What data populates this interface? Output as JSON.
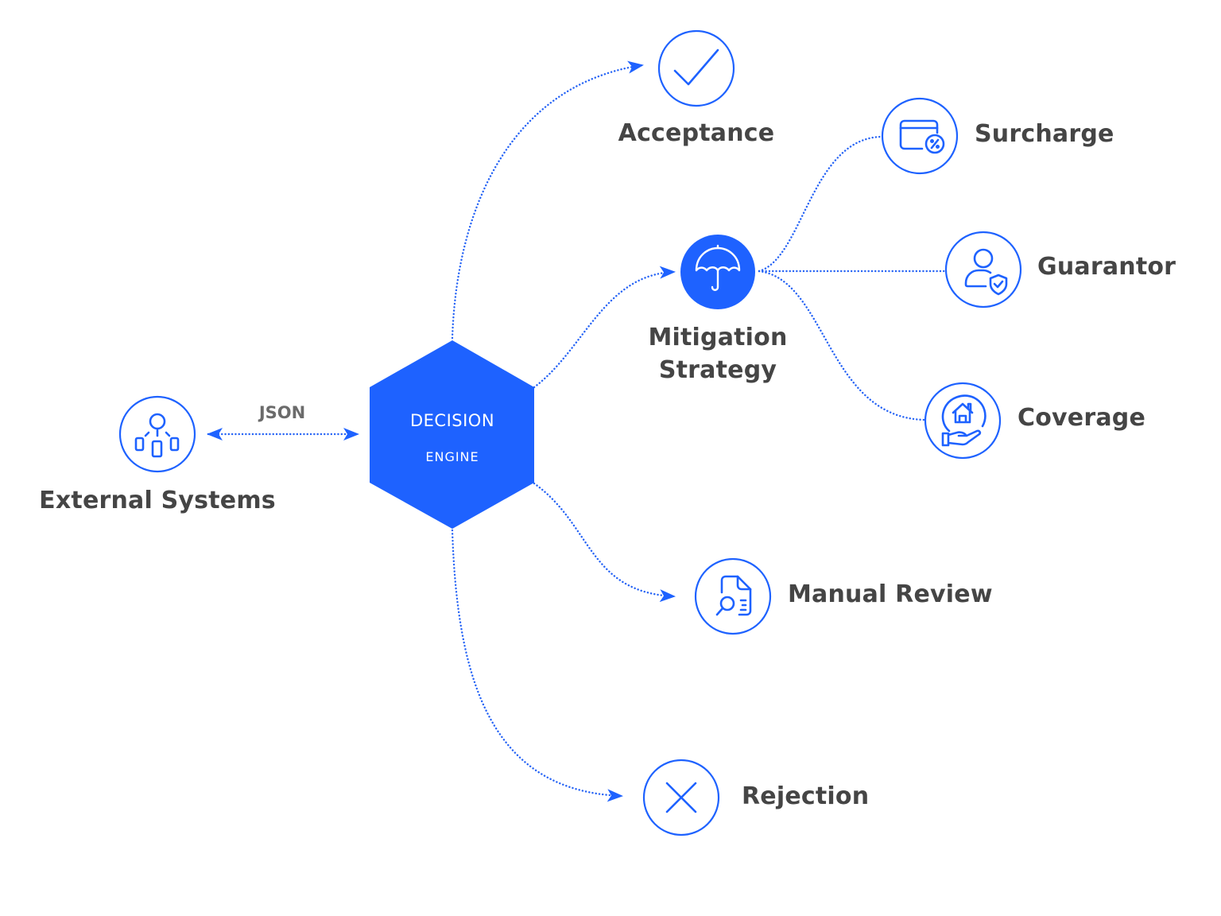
{
  "diagram": {
    "accent_color": "#1e62ff",
    "label_color": "#454545",
    "hub": {
      "line1": "DECISION",
      "line2": "ENGINE"
    },
    "external": {
      "label": "External Systems",
      "icon": "org-structure-icon",
      "link_label": "JSON"
    },
    "outcomes": [
      {
        "id": "acceptance",
        "label": "Acceptance",
        "icon": "checkmark-icon"
      },
      {
        "id": "mitigation",
        "label_line1": "Mitigation",
        "label_line2": "Strategy",
        "icon": "umbrella-icon"
      },
      {
        "id": "manual-review",
        "label": "Manual Review",
        "icon": "document-search-icon"
      },
      {
        "id": "rejection",
        "label": "Rejection",
        "icon": "close-x-icon"
      }
    ],
    "mitigation_options": [
      {
        "id": "surcharge",
        "label": "Surcharge",
        "icon": "card-percent-icon"
      },
      {
        "id": "guarantor",
        "label": "Guarantor",
        "icon": "user-shield-icon"
      },
      {
        "id": "coverage",
        "label": "Coverage",
        "icon": "house-hand-icon"
      }
    ]
  }
}
